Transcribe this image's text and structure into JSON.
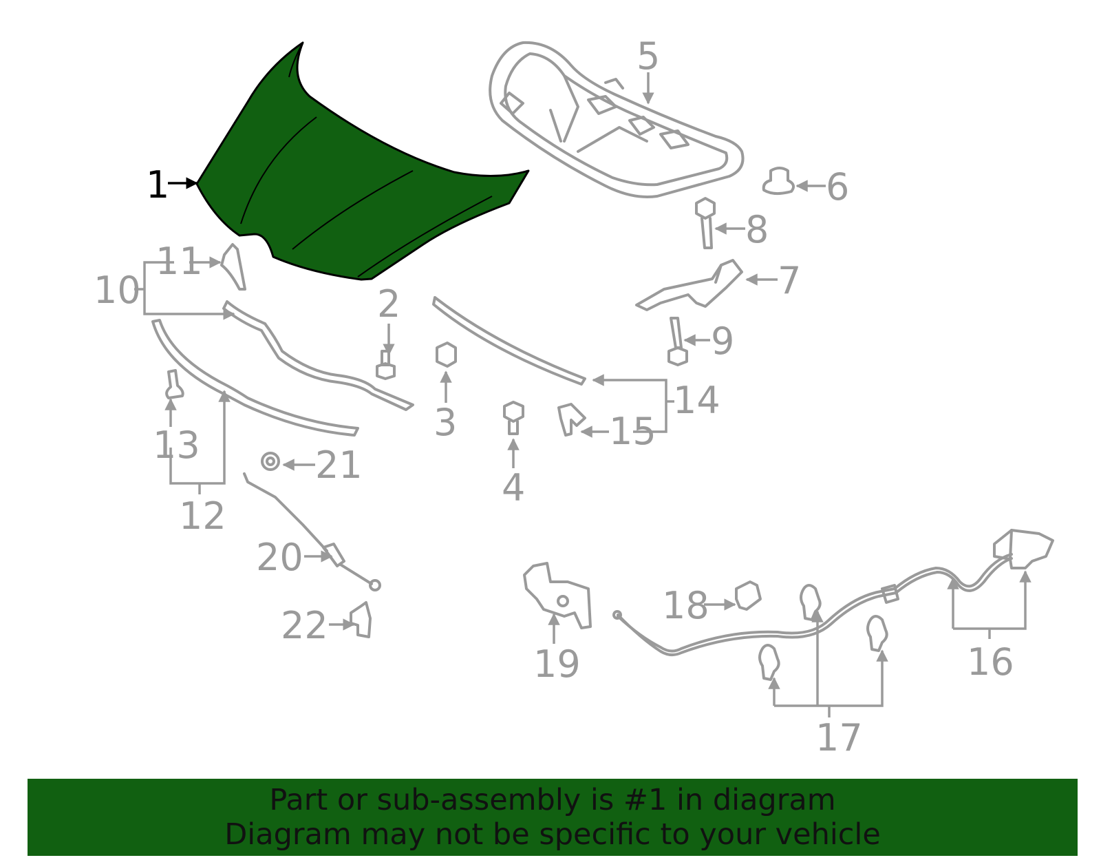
{
  "colors": {
    "highlight_fill": "#116011",
    "part_stroke": "#9a9a9a",
    "banner_background": "#116011"
  },
  "callouts": {
    "c1": "1",
    "c2": "2",
    "c3": "3",
    "c4": "4",
    "c5": "5",
    "c6": "6",
    "c7": "7",
    "c8": "8",
    "c9": "9",
    "c10": "10",
    "c11": "11",
    "c12": "12",
    "c13": "13",
    "c14": "14",
    "c15": "15",
    "c16": "16",
    "c17": "17",
    "c18": "18",
    "c19": "19",
    "c20": "20",
    "c21": "21",
    "c22": "22"
  },
  "highlighted_part": "1",
  "banner": {
    "line1": "Part or sub-assembly is #1 in diagram",
    "line2": "Diagram may not be specific to your vehicle"
  }
}
